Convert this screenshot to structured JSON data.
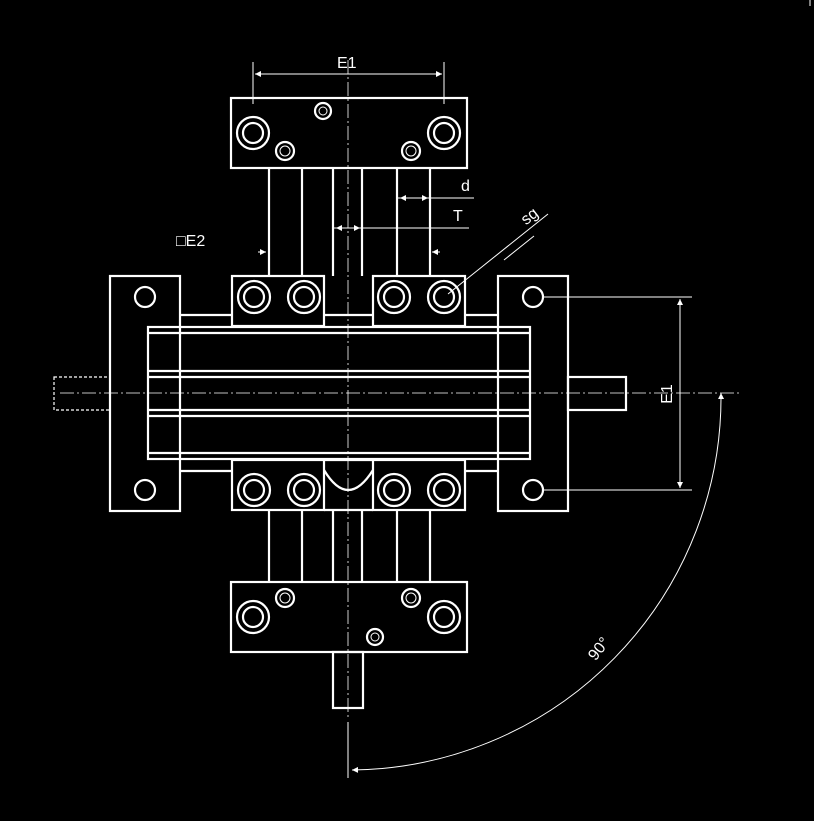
{
  "labels": {
    "e1_top": "E1",
    "e1_right": "E1",
    "d": "d",
    "t": "T",
    "sg": "sg",
    "e2": "□E2",
    "angle": "90°"
  },
  "colors": {
    "background": "#000000",
    "line": "#ffffff"
  }
}
